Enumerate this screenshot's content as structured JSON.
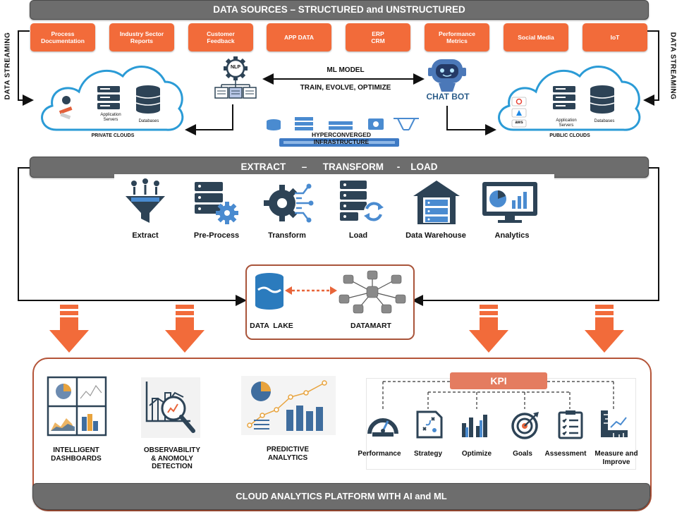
{
  "header": {
    "title": "DATA SOURCES – STRUCTURED and UNSTRUCTURED"
  },
  "sources": [
    {
      "label": "Process\nDocumentation"
    },
    {
      "label": "Industry Sector\nReports"
    },
    {
      "label": "Customer\nFeedback"
    },
    {
      "label": "APP DATA"
    },
    {
      "label": "ERP\nCRM"
    },
    {
      "label": "Performance\nMetrics"
    },
    {
      "label": "Social Media"
    },
    {
      "label": "IoT"
    }
  ],
  "streaming": {
    "left": "DATA STREAMING",
    "right": "DATA STREAMING"
  },
  "private_cloud": {
    "label": "PRIVATE CLOUDS",
    "servers": "Application\nServers",
    "databases": "Databases"
  },
  "public_cloud": {
    "label": "PUBLIC CLOUDS",
    "servers": "Application\nServers",
    "databases": "Databases",
    "aws": "aws"
  },
  "nlp": {
    "badge": "NLP"
  },
  "ml": {
    "title": "ML MODEL",
    "subtitle": "TRAIN, EVOLVE, OPTIMIZE"
  },
  "chatbot": {
    "label": "CHAT BOT"
  },
  "hci": {
    "label": "HYPERCONVERGED INFRASTRUCTURE"
  },
  "etl": {
    "title": "EXTRACT      –      TRANSFORM     -    LOAD",
    "steps": [
      {
        "label": "Extract"
      },
      {
        "label": "Pre-Process"
      },
      {
        "label": "Transform"
      },
      {
        "label": "Load"
      },
      {
        "label": "Data Warehouse"
      },
      {
        "label": "Analytics"
      }
    ]
  },
  "storage": {
    "lake": "DATA  LAKE",
    "mart": "DATAMART"
  },
  "outputs": [
    {
      "label": "INTELLIGENT\nDASHBOARDS"
    },
    {
      "label": "OBSERVABILITY\n& ANOMOLY\nDETECTION"
    },
    {
      "label": "PREDICTIVE\nANALYTICS"
    }
  ],
  "kpi": {
    "title": "KPI",
    "items": [
      {
        "label": "Performance"
      },
      {
        "label": "Strategy"
      },
      {
        "label": "Optimize"
      },
      {
        "label": "Goals"
      },
      {
        "label": "Assessment"
      },
      {
        "label": "Measure and\nImprove"
      }
    ]
  },
  "footer": {
    "title": "CLOUD ANALYTICS PLATFORM WITH AI and ML"
  },
  "colors": {
    "orange": "#f26b3a",
    "banner": "#6d6d6d",
    "navy": "#2d4356",
    "blue": "#2b7bbd"
  }
}
